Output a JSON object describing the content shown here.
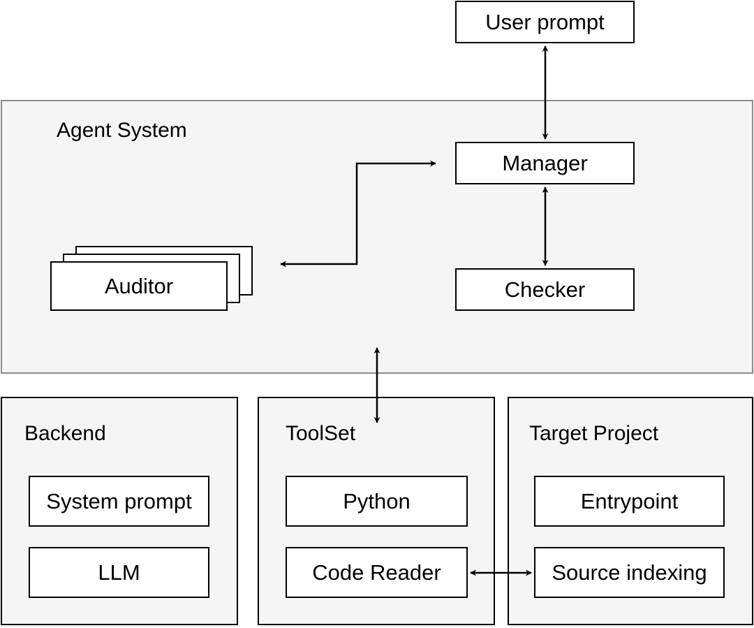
{
  "user_prompt": "User prompt",
  "agent_system": {
    "title": "Agent System",
    "manager": "Manager",
    "checker": "Checker",
    "auditor": "Auditor"
  },
  "backend": {
    "title": "Backend",
    "items": [
      "System prompt",
      "LLM"
    ]
  },
  "toolset": {
    "title": "ToolSet",
    "items": [
      "Python",
      "Code Reader"
    ]
  },
  "target_project": {
    "title": "Target Project",
    "items": [
      "Entrypoint",
      "Source indexing"
    ]
  }
}
